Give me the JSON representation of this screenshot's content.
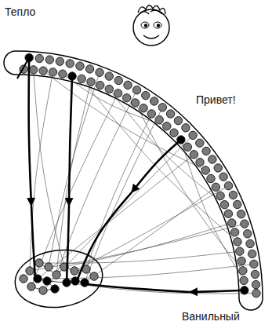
{
  "diagram": {
    "labels": [
      "Тепло",
      "Привет!",
      "Ванильный"
    ]
  }
}
